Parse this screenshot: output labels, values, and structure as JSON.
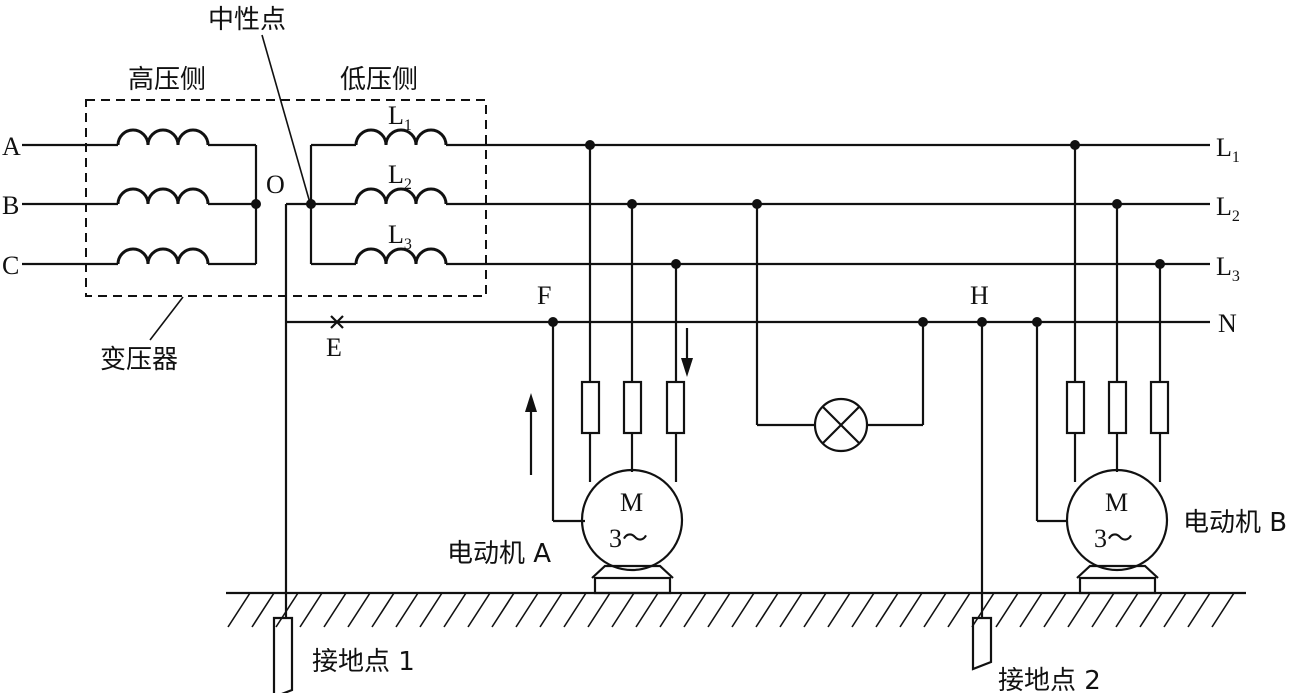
{
  "labels": {
    "neutral_point": "中性点",
    "high_side": "高压侧",
    "low_side": "低压侧",
    "transformer": "变压器",
    "phase_a": "A",
    "phase_b": "B",
    "phase_c": "C",
    "point_o": "O",
    "point_e": "E",
    "point_f": "F",
    "point_h": "H",
    "coil_l": "L",
    "sub_1": "1",
    "sub_2": "2",
    "sub_3": "3",
    "line_l": "L",
    "line_n": "N",
    "motor_a": "电动机 A",
    "motor_b": "电动机 B",
    "motor_m": "M",
    "motor_phase": "3～",
    "ground_1": "接地点 1",
    "ground_2": "接地点 2"
  }
}
